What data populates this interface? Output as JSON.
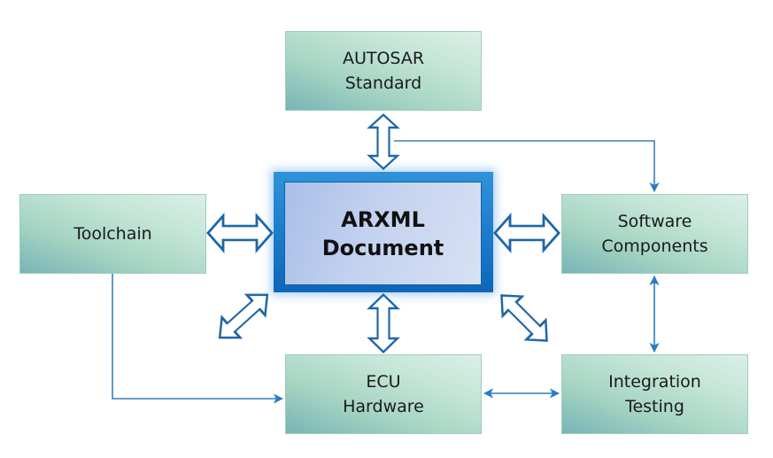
{
  "title": "ARXML Document relationships diagram",
  "center": {
    "label": "ARXML\nDocument"
  },
  "nodes": {
    "autosar": {
      "label": "AUTOSAR\nStandard"
    },
    "toolchain": {
      "label": "Toolchain"
    },
    "software_components": {
      "label": "Software\nComponents"
    },
    "ecu_hardware": {
      "label": "ECU\nHardware"
    },
    "integration_testing": {
      "label": "Integration\nTesting"
    }
  },
  "connections": [
    {
      "from": "center",
      "to": "autosar",
      "style": "double-outline-arrow"
    },
    {
      "from": "center",
      "to": "toolchain",
      "style": "double-outline-arrow"
    },
    {
      "from": "center",
      "to": "software_components",
      "style": "double-outline-arrow"
    },
    {
      "from": "center",
      "to": "ecu_hardware",
      "style": "double-outline-arrow"
    },
    {
      "from": "center",
      "to": "lower-left",
      "style": "double-outline-arrow"
    },
    {
      "from": "center",
      "to": "lower-right",
      "style": "double-outline-arrow"
    },
    {
      "from": "autosar",
      "to": "software_components",
      "style": "line-arrow"
    },
    {
      "from": "toolchain",
      "to": "ecu_hardware",
      "style": "line-arrow"
    },
    {
      "from": "software_components",
      "to": "integration_testing",
      "style": "bidirectional-line"
    },
    {
      "from": "ecu_hardware",
      "to": "integration_testing",
      "style": "bidirectional-line"
    }
  ],
  "colors": {
    "arrow_outline": "#1f66a8",
    "line_arrow": "#2b7bc4",
    "node_border": "#9fcdbb",
    "center_frame": "#1a78c8"
  }
}
